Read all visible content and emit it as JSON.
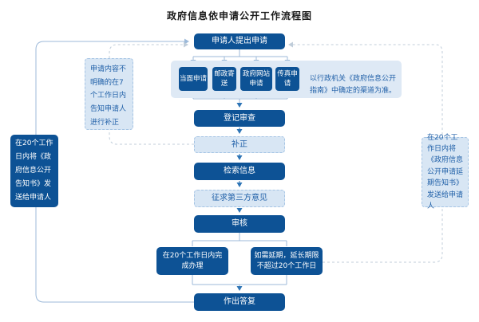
{
  "title": "政府信息依申请公开工作流程图",
  "nodes": {
    "apply": "申请人提出申请",
    "channel_1": "当面申请",
    "channel_2": "邮政寄送",
    "channel_3": "政府网站申请",
    "channel_4": "传真申请",
    "register": "登记审查",
    "amend": "补正",
    "search": "检索信息",
    "third_party": "征求第三方意见",
    "review": "审核",
    "complete": "在20个工作日内完成办理",
    "extend": "如需延期，延长期限不超过20个工作日",
    "reply": "作出答复"
  },
  "notes": {
    "channel_note": "以行政机关《政府信息公开指南》中确定的渠道为准。",
    "amend_note": "申请内容不明确的在7个工作日内告知申请人进行补正",
    "notify_reply": "在20个工作日内将《政府信息公开告知书》发送给申请人",
    "notify_extend": "在20个工作日内将《政府信息公开申请延期告知书》 发送给申请人"
  },
  "colors": {
    "solid_node": "#0d5295",
    "light_node": "#d8e6f4",
    "container": "#dee9f5",
    "note_text": "#2060a8",
    "line": "#9cb9d9",
    "mid_arrow": "#2e75b6",
    "dashed_line": "#c0cdda"
  }
}
